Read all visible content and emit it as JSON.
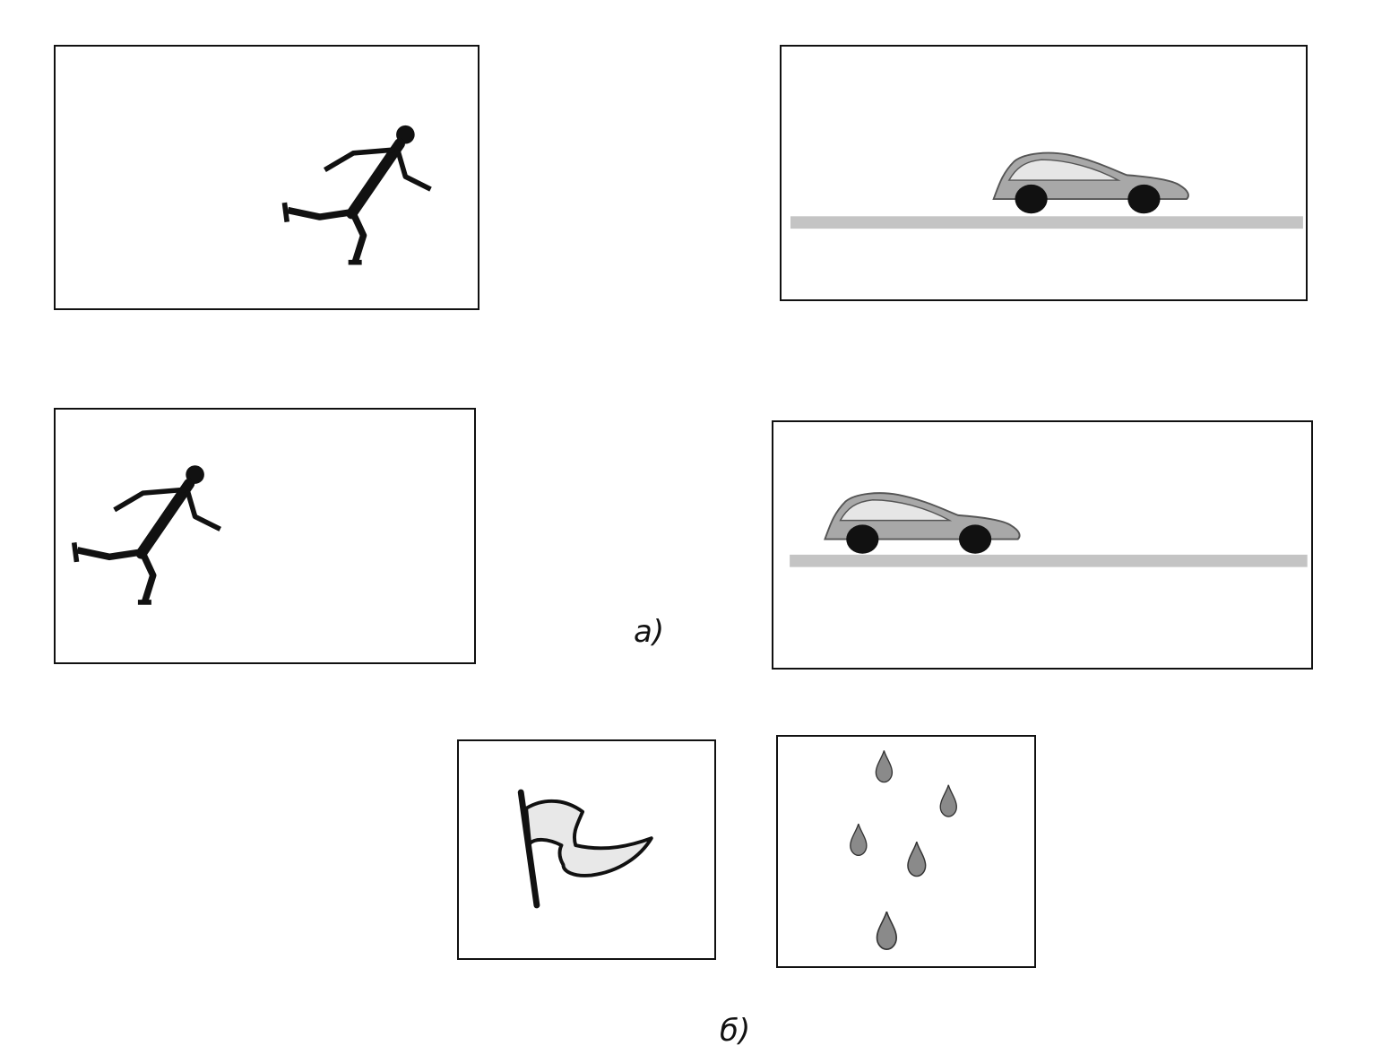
{
  "captions": {
    "part_a": "а)",
    "part_b": "б)"
  },
  "panels": [
    {
      "id": "runner-right",
      "icon": "running-person-icon"
    },
    {
      "id": "car-center",
      "icon": "car-icon"
    },
    {
      "id": "runner-left",
      "icon": "running-person-icon"
    },
    {
      "id": "car-left",
      "icon": "car-icon"
    },
    {
      "id": "flag",
      "icon": "flag-icon"
    },
    {
      "id": "drops",
      "icon": "rain-drops-icon"
    }
  ],
  "colors": {
    "ink": "#111111",
    "car_body": "#a8a8a8",
    "car_window": "#e6e6e6",
    "road": "#c4c4c4",
    "drop": "#8a8a8a",
    "flag_fill": "#e8e8e8"
  }
}
